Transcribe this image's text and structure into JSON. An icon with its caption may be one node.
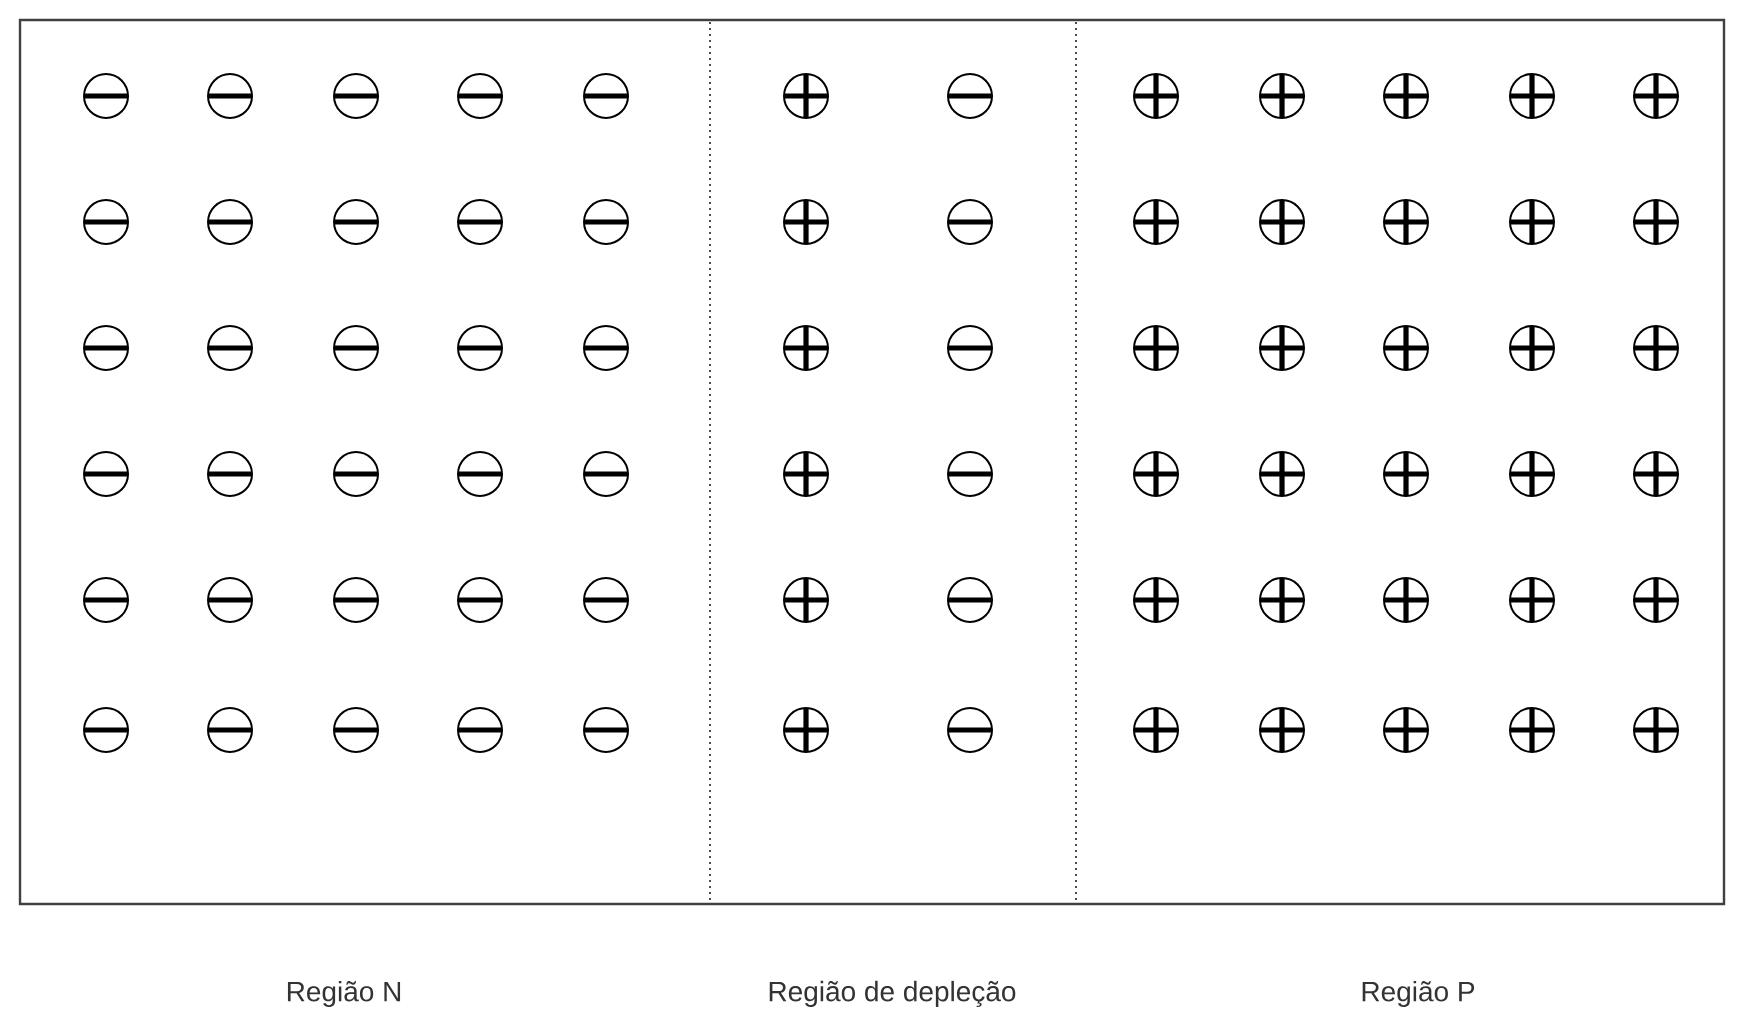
{
  "diagram": {
    "labels": [
      "Região N",
      "Região de depleção",
      "Região P"
    ]
  }
}
